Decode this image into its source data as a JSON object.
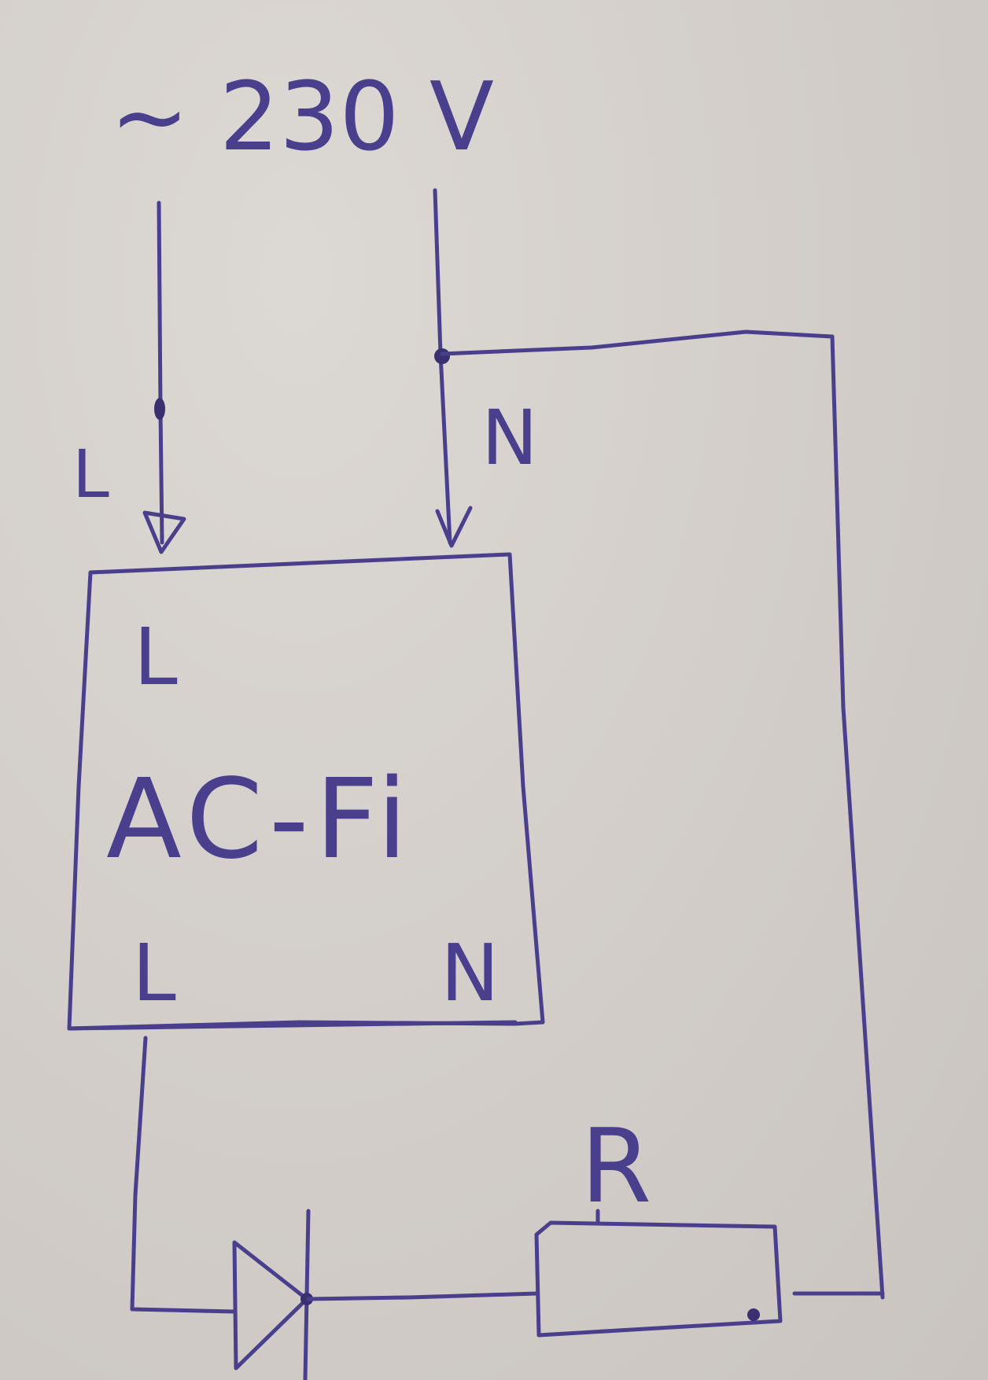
{
  "labels": {
    "supply": "~ 230 V",
    "line_in": "L",
    "neutral_in": "N",
    "module_top_left": "L",
    "module_name": "AC-Fi",
    "module_bottom_left": "L",
    "module_bottom_right": "N",
    "resistor": "R"
  },
  "colors": {
    "ink": "#4a3f8c",
    "paper": "#d4cfcb"
  },
  "icons": {
    "diode": "diode-symbol",
    "resistor": "resistor-symbol"
  }
}
